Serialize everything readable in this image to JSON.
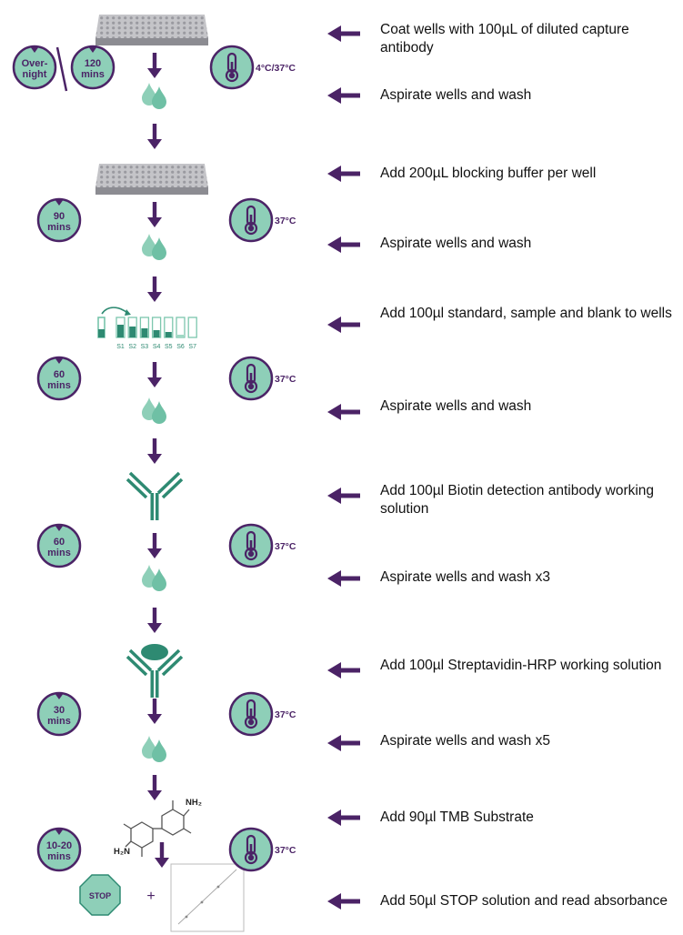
{
  "colors": {
    "purple": "#4b2366",
    "teal": "#8ecfb8",
    "teal_dark": "#2e8a72",
    "plate": "#b9b9bd",
    "text": "#111111"
  },
  "steps": [
    {
      "text": "Coat wells with 100µL of diluted capture antibody"
    },
    {
      "text": "Aspirate wells and wash"
    },
    {
      "text": "Add 200µL blocking buffer per well"
    },
    {
      "text": "Aspirate wells and wash"
    },
    {
      "text": "Add 100µl standard, sample and blank to wells"
    },
    {
      "text": "Aspirate wells and wash"
    },
    {
      "text": "Add 100µl Biotin detection antibody working solution"
    },
    {
      "text": "Aspirate wells and wash x3"
    },
    {
      "text": "Add 100µl Streptavidin-HRP working solution"
    },
    {
      "text": "Aspirate wells and wash x5"
    },
    {
      "text": "Add 90µl TMB Substrate"
    },
    {
      "text": "Add 50µl STOP solution and read absorbance"
    }
  ],
  "timers": [
    {
      "line1": "Over-",
      "line2": "night"
    },
    {
      "line1": "120",
      "line2": "mins"
    },
    {
      "line1": "90",
      "line2": "mins"
    },
    {
      "line1": "60",
      "line2": "mins"
    },
    {
      "line1": "60",
      "line2": "mins"
    },
    {
      "line1": "30",
      "line2": "mins"
    },
    {
      "line1": "10-20",
      "line2": "mins"
    }
  ],
  "temperatures": [
    "4°C/37°C",
    "37°C",
    "37°C",
    "37°C",
    "37°C",
    "37°C"
  ],
  "tube_labels": [
    "S1",
    "S2",
    "S3",
    "S4",
    "S5",
    "S6",
    "S7"
  ],
  "tmb": {
    "amine_top": "NH₂",
    "amine_bottom": "H₂N"
  },
  "stop": {
    "sign": "STOP",
    "plus": "+"
  }
}
